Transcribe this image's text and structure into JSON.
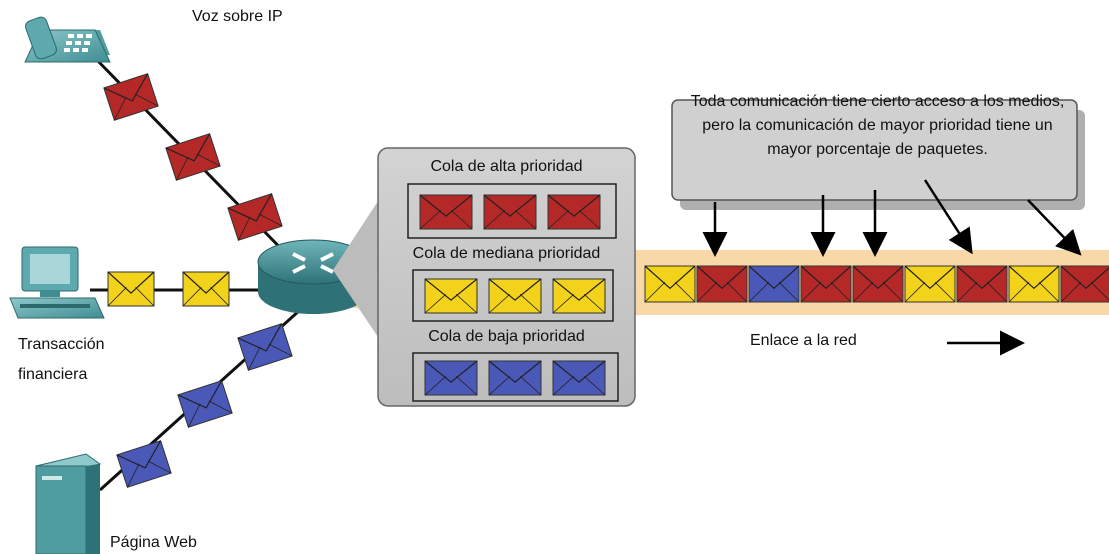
{
  "devices": {
    "voip_label": "Voz sobre IP",
    "transaction_label_line1": "Transacción",
    "transaction_label_line2": "financiera",
    "web_label": "Página Web"
  },
  "queues": [
    {
      "label": "Cola de alta prioridad",
      "color": "#b52828",
      "count": 3
    },
    {
      "label": "Cola de mediana prioridad",
      "color": "#f2d21a",
      "count": 3
    },
    {
      "label": "Cola de baja prioridad",
      "color": "#4a58b8",
      "count": 3
    }
  ],
  "callout": {
    "text": "Toda comunicación tiene cierto acceso a los medios, pero la comunicación de mayor prioridad tiene un mayor porcentaje de paquetes."
  },
  "link": {
    "label": "Enlace a la red",
    "packets": [
      "yellow",
      "red",
      "blue",
      "red",
      "red",
      "yellow",
      "red",
      "yellow",
      "red"
    ]
  },
  "colors": {
    "red": "#b52828",
    "yellow": "#f2d21a",
    "blue": "#4a58b8",
    "link_band": "#f8d8a6",
    "panel": "#c9c9c9",
    "router": "#3f8f96"
  }
}
